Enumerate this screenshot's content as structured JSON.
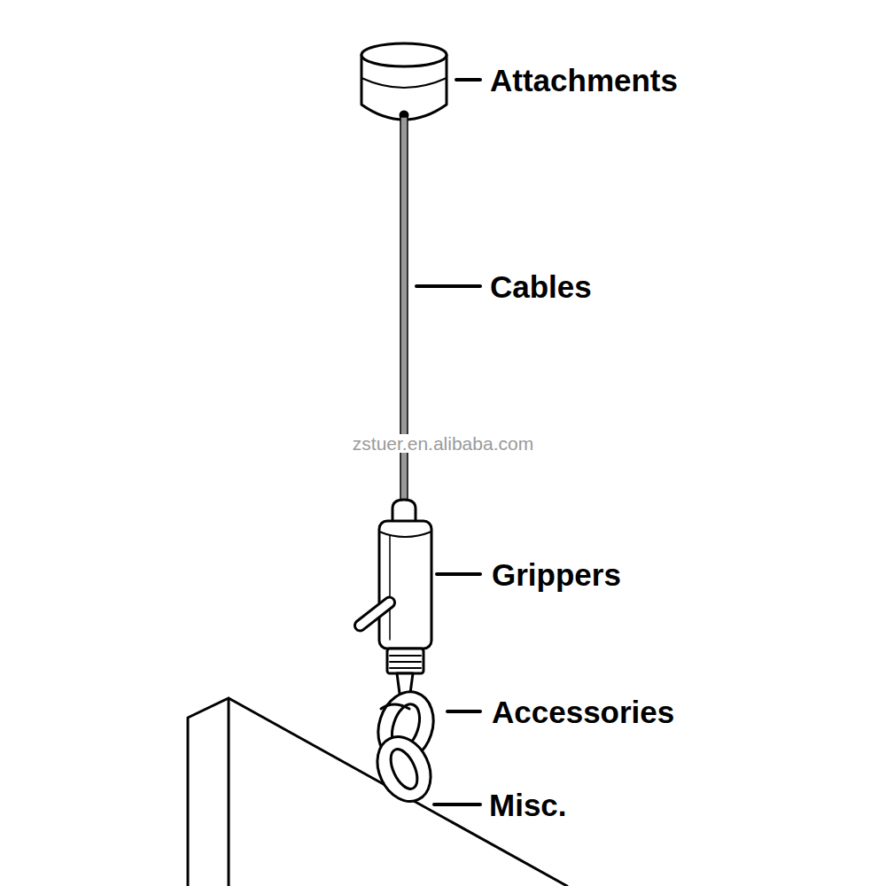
{
  "diagram": {
    "labels": [
      "Attachments",
      "Cables",
      "Grippers",
      "Accessories",
      "Misc.",
      "zstuer.en.alibaba.com"
    ]
  }
}
